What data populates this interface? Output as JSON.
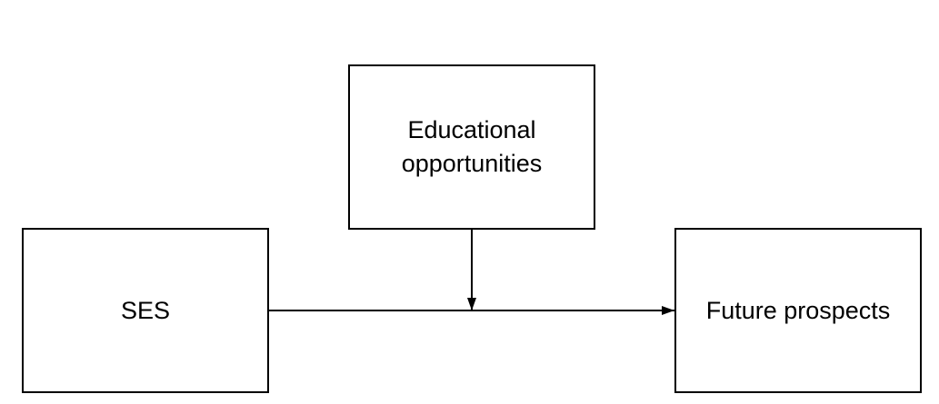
{
  "nodes": {
    "ses": {
      "label": "SES"
    },
    "education": {
      "label": "Educational\nopportunities"
    },
    "future": {
      "label": "Future prospects"
    }
  },
  "edges": [
    {
      "from": "ses",
      "to": "future",
      "type": "direct-effect"
    },
    {
      "from": "education",
      "to": "ses-future-path",
      "type": "moderation"
    }
  ],
  "colors": {
    "stroke": "#000000",
    "background": "#ffffff"
  }
}
